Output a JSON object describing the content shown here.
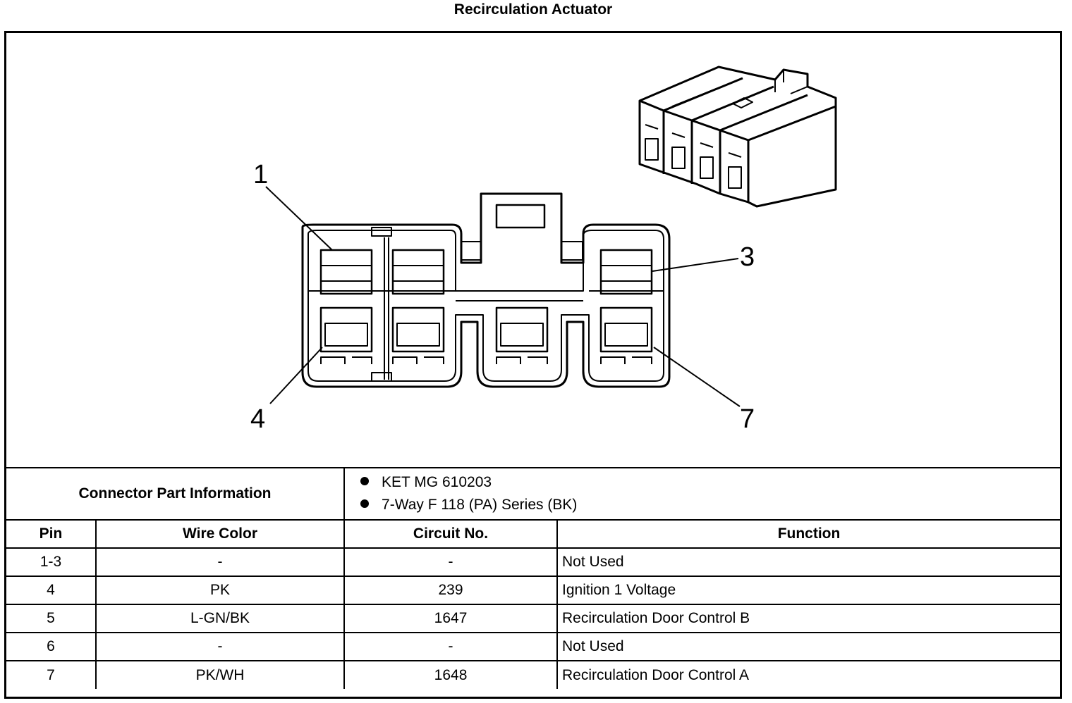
{
  "title": "Recirculation Actuator",
  "pin_callouts": {
    "p1": "1",
    "p3": "3",
    "p4": "4",
    "p7": "7"
  },
  "connector_info": {
    "label": "Connector Part Information",
    "items": [
      "KET MG 610203",
      "7-Way F 118 (PA) Series (BK)"
    ]
  },
  "table": {
    "headers": {
      "pin": "Pin",
      "wire_color": "Wire Color",
      "circuit": "Circuit No.",
      "function": "Function"
    },
    "rows": [
      {
        "pin": "1-3",
        "wire_color": "-",
        "circuit": "-",
        "function": "Not Used"
      },
      {
        "pin": "4",
        "wire_color": "PK",
        "circuit": "239",
        "function": "Ignition 1 Voltage"
      },
      {
        "pin": "5",
        "wire_color": "L-GN/BK",
        "circuit": "1647",
        "function": "Recirculation Door Control B"
      },
      {
        "pin": "6",
        "wire_color": "-",
        "circuit": "-",
        "function": "Not Used"
      },
      {
        "pin": "7",
        "wire_color": "PK/WH",
        "circuit": "1648",
        "function": "Recirculation Door Control A"
      }
    ]
  }
}
